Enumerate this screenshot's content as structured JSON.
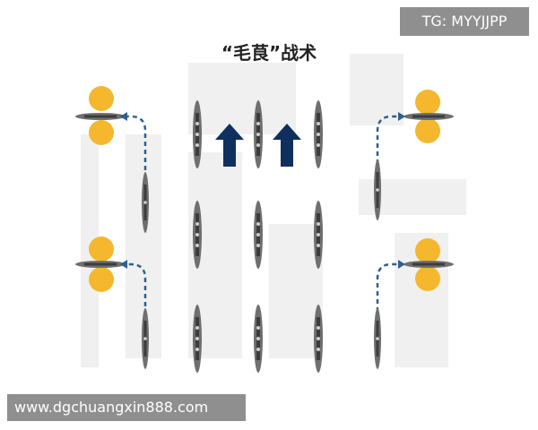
{
  "title": "“毛茛”战术",
  "watermark_top": "TG: MYYJJPP",
  "watermark_bottom": "www.dgchuangxin888.com",
  "colors": {
    "ship": "#6f6f6f",
    "arrow": "#0f2f5f",
    "path": "#2f5f8f",
    "float": "#f5b72e",
    "background": "#ffffff",
    "watermark_box": "#8f8f8f"
  },
  "icons": [
    "ship-icon",
    "arrow-up-icon",
    "float-icon",
    "dashed-path"
  ]
}
